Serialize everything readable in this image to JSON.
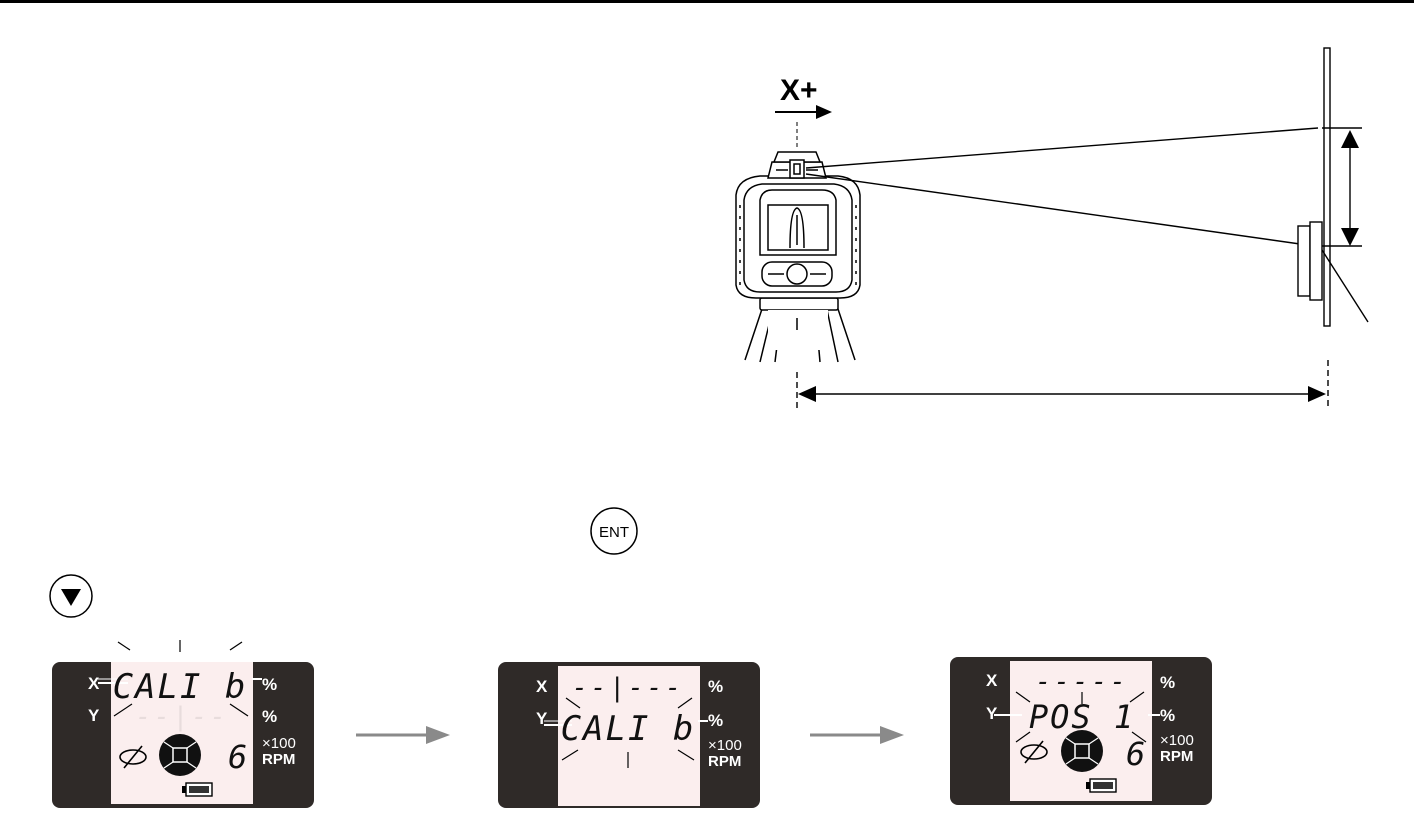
{
  "diagram": {
    "axis_label": "X+"
  },
  "buttons": {
    "ent_label": "ENT",
    "down_icon": "triangle-down-icon"
  },
  "displays": [
    {
      "x_label": "X",
      "y_label": "Y",
      "top_text": "CALI b",
      "bottom_text": "--|--",
      "x_unit": "%",
      "y_unit": "%",
      "speed": "6",
      "rpm_mult": "×100",
      "rpm_label": "RPM"
    },
    {
      "x_label": "X",
      "y_label": "Y",
      "top_text": "--|---",
      "bottom_text": "CALI b",
      "x_unit": "%",
      "y_unit": "%",
      "rpm_mult": "×100",
      "rpm_label": "RPM"
    },
    {
      "x_label": "X",
      "y_label": "Y",
      "top_text": "-----",
      "bottom_text": "POS 1",
      "x_unit": "%",
      "y_unit": "%",
      "speed": "6",
      "rpm_mult": "×100",
      "rpm_label": "RPM"
    }
  ],
  "colors": {
    "lcd_body": "#2f2a28",
    "lcd_screen": "#fbeeee",
    "arrow_gray": "#8a8a8a"
  }
}
